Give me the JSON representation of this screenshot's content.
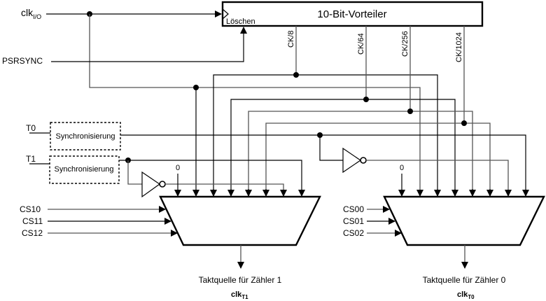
{
  "diagram": {
    "prescaler": {
      "title": "10-Bit-Vorteiler",
      "reset_label": "Löschen",
      "taps": [
        "CK/8",
        "CK/64",
        "CK/256",
        "CK/1024"
      ]
    },
    "inputs": {
      "clk_io": {
        "main": "clk",
        "sub": "I/O"
      },
      "psrsync": "PSRSYNC",
      "t0": "T0",
      "t1": "T1"
    },
    "sync_blocks": [
      {
        "label": "Synchronisierung"
      },
      {
        "label": "Synchronisierung"
      }
    ],
    "mux1": {
      "zero_label": "0",
      "selects": [
        "CS10",
        "CS11",
        "CS12"
      ],
      "output_caption": "Taktquelle für Zähler 1",
      "output_signal": {
        "main": "clk",
        "sub": "T1"
      }
    },
    "mux0": {
      "zero_label": "0",
      "selects": [
        "CS00",
        "CS01",
        "CS02"
      ],
      "output_caption": "Taktquelle für Zähler 0",
      "output_signal": {
        "main": "clk",
        "sub": "T0"
      }
    }
  }
}
